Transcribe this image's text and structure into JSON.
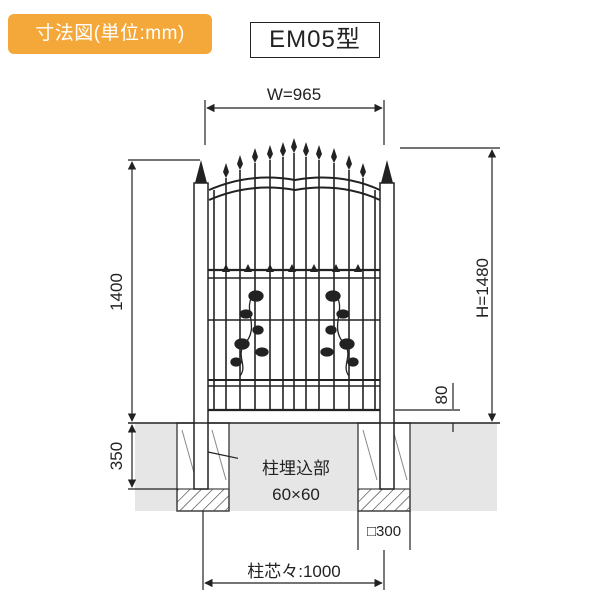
{
  "header": {
    "badge_label": "寸法図(単位:mm)",
    "model_label": "EM05型"
  },
  "dimensions": {
    "width_label": "W=965",
    "height_label": "H=1480",
    "post_height_label": "1400",
    "bottom_clearance_label": "80",
    "embed_depth_label": "350",
    "post_embed_title": "柱埋込部",
    "post_embed_size": "60×60",
    "foundation_label": "□300",
    "post_spacing_label": "柱芯々:1000"
  },
  "colors": {
    "badge": "#f4a83a",
    "ground": "#e6e6e6",
    "line": "#222222"
  }
}
